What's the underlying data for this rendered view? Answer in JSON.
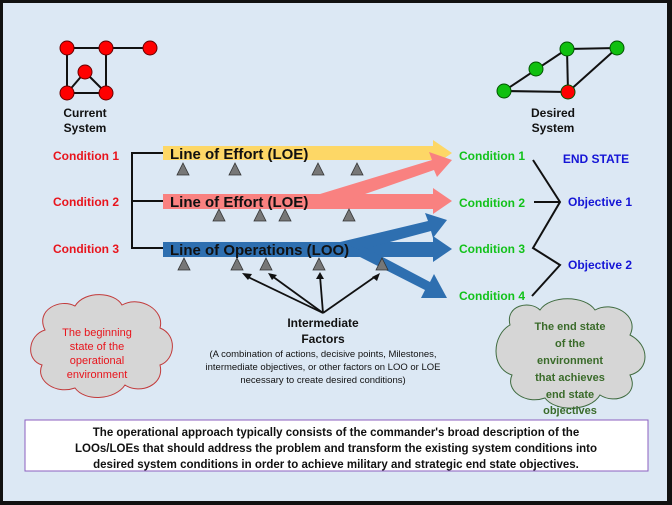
{
  "colors": {
    "background": "#dce8f4",
    "red": "#e8141c",
    "green": "#12c21a",
    "blue": "#1515d6",
    "loe1": "#fdd766",
    "loe2": "#f98180",
    "loo": "#2e6fb0",
    "triangle": "#777777",
    "frame": "#8b5fbf"
  },
  "current_system": {
    "label_line1": "Current",
    "label_line2": "System"
  },
  "desired_system": {
    "label_line1": "Desired",
    "label_line2": "System"
  },
  "left_conditions": [
    "Condition 1",
    "Condition 2",
    "Condition 3"
  ],
  "lines": [
    {
      "label": "Line of Effort (LOE)",
      "color": "#fdd766"
    },
    {
      "label": "Line of Effort (LOE)",
      "color": "#f98180"
    },
    {
      "label": "Line of Operations (LOO)",
      "color": "#2e6fb0"
    }
  ],
  "right_conditions": [
    "Condition 1",
    "Condition 2",
    "Condition 3",
    "Condition 4"
  ],
  "end_state": {
    "title": "END STATE",
    "objectives": [
      "Objective 1",
      "Objective 2"
    ]
  },
  "intermediate": {
    "title_line1": "Intermediate",
    "title_line2": "Factors",
    "desc": [
      "(A combination of actions, decisive points, Milestones,",
      "intermediate objectives, or other factors on LOO or LOE",
      "necessary to create desired conditions)"
    ]
  },
  "left_cloud": [
    "The beginning",
    "state of the",
    "operational",
    "environment"
  ],
  "right_cloud": [
    "The end state",
    "of the",
    "environment",
    "that achieves",
    "end state",
    "objectives"
  ],
  "summary": [
    "The operational approach typically consists of the commander's broad description of the",
    "LOOs/LOEs that should address the problem and transform the existing system conditions into",
    "desired system conditions in order to achieve military and strategic end state objectives."
  ]
}
